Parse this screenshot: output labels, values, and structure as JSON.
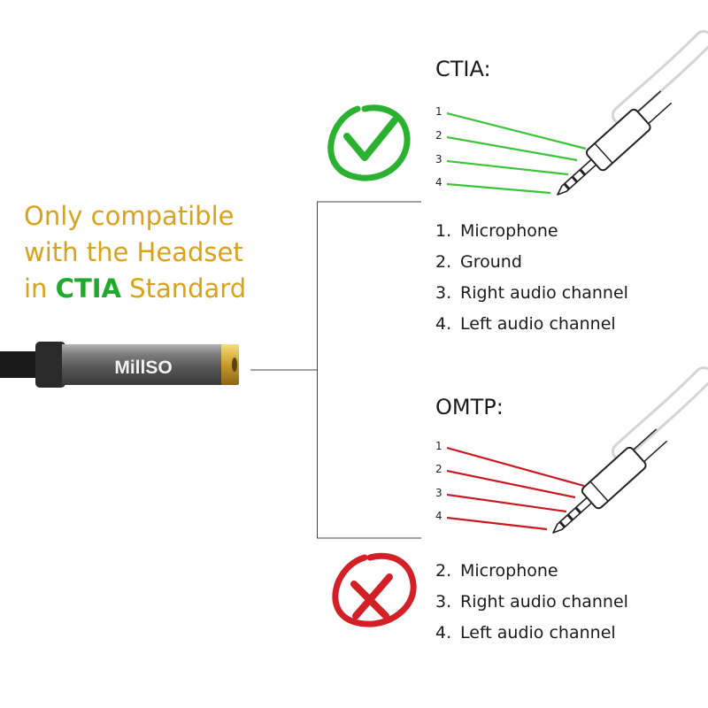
{
  "compat": {
    "line1": "Only compatible",
    "line2": "with the Headset",
    "line3_prefix": "in ",
    "line3_highlight": "CTIA",
    "line3_suffix": " Standard"
  },
  "brand": "MillSO",
  "ctia": {
    "title": "CTIA:",
    "status_icon": "green-checkmark",
    "pins": [
      "1",
      "2",
      "3",
      "4"
    ],
    "list": [
      {
        "num": "1.",
        "label": "Microphone"
      },
      {
        "num": "2.",
        "label": "Ground"
      },
      {
        "num": "3.",
        "label": "Right audio channel"
      },
      {
        "num": "4.",
        "label": "Left audio channel"
      }
    ]
  },
  "omtp": {
    "title": "OMTP:",
    "status_icon": "red-cross",
    "pins": [
      "1",
      "2",
      "3",
      "4"
    ],
    "list": [
      {
        "num": "2.",
        "label": "Microphone"
      },
      {
        "num": "3.",
        "label": "Right audio channel"
      },
      {
        "num": "4.",
        "label": "Left audio channel"
      }
    ]
  },
  "colors": {
    "green": "#2fc02f",
    "red": "#c8191e",
    "gold": "#d9a21b",
    "highlight": "#1faa2c"
  }
}
